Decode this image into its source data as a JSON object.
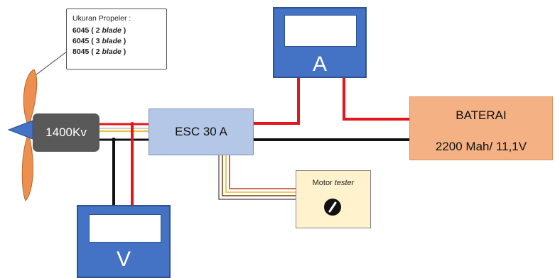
{
  "propeller_note": {
    "title": "Ukuran Propeler :",
    "rows": [
      {
        "size": "6045 ( 2 ",
        "kind": "blade",
        "end": " )"
      },
      {
        "size": "6045 ( 3 ",
        "kind": "blade",
        "end": " )"
      },
      {
        "size": "8045 ( 2 ",
        "kind": "blade",
        "end": " )"
      }
    ]
  },
  "motor": {
    "label": "1400Kv"
  },
  "esc": {
    "label": "ESC 30 A"
  },
  "battery": {
    "name": "BATERAI",
    "spec": "2200 Mah/ 11,1V"
  },
  "ammeter": {
    "symbol": "A"
  },
  "voltmeter": {
    "symbol": "V"
  },
  "motor_tester": {
    "label_prefix": "Motor ",
    "label_italic": "tester"
  },
  "colors": {
    "wire_red": "#e3171b",
    "wire_black": "#111111",
    "wire_yellow": "#e8c54a",
    "wire_brown": "#8a5a2b",
    "meter_blue": "#4472c4",
    "esc_blue": "#b4c7e7",
    "battery_orange": "#f4b183",
    "motor_gray": "#595959",
    "tester_cream": "#fff2cc",
    "propeller_orange": "#ed8f4f"
  }
}
